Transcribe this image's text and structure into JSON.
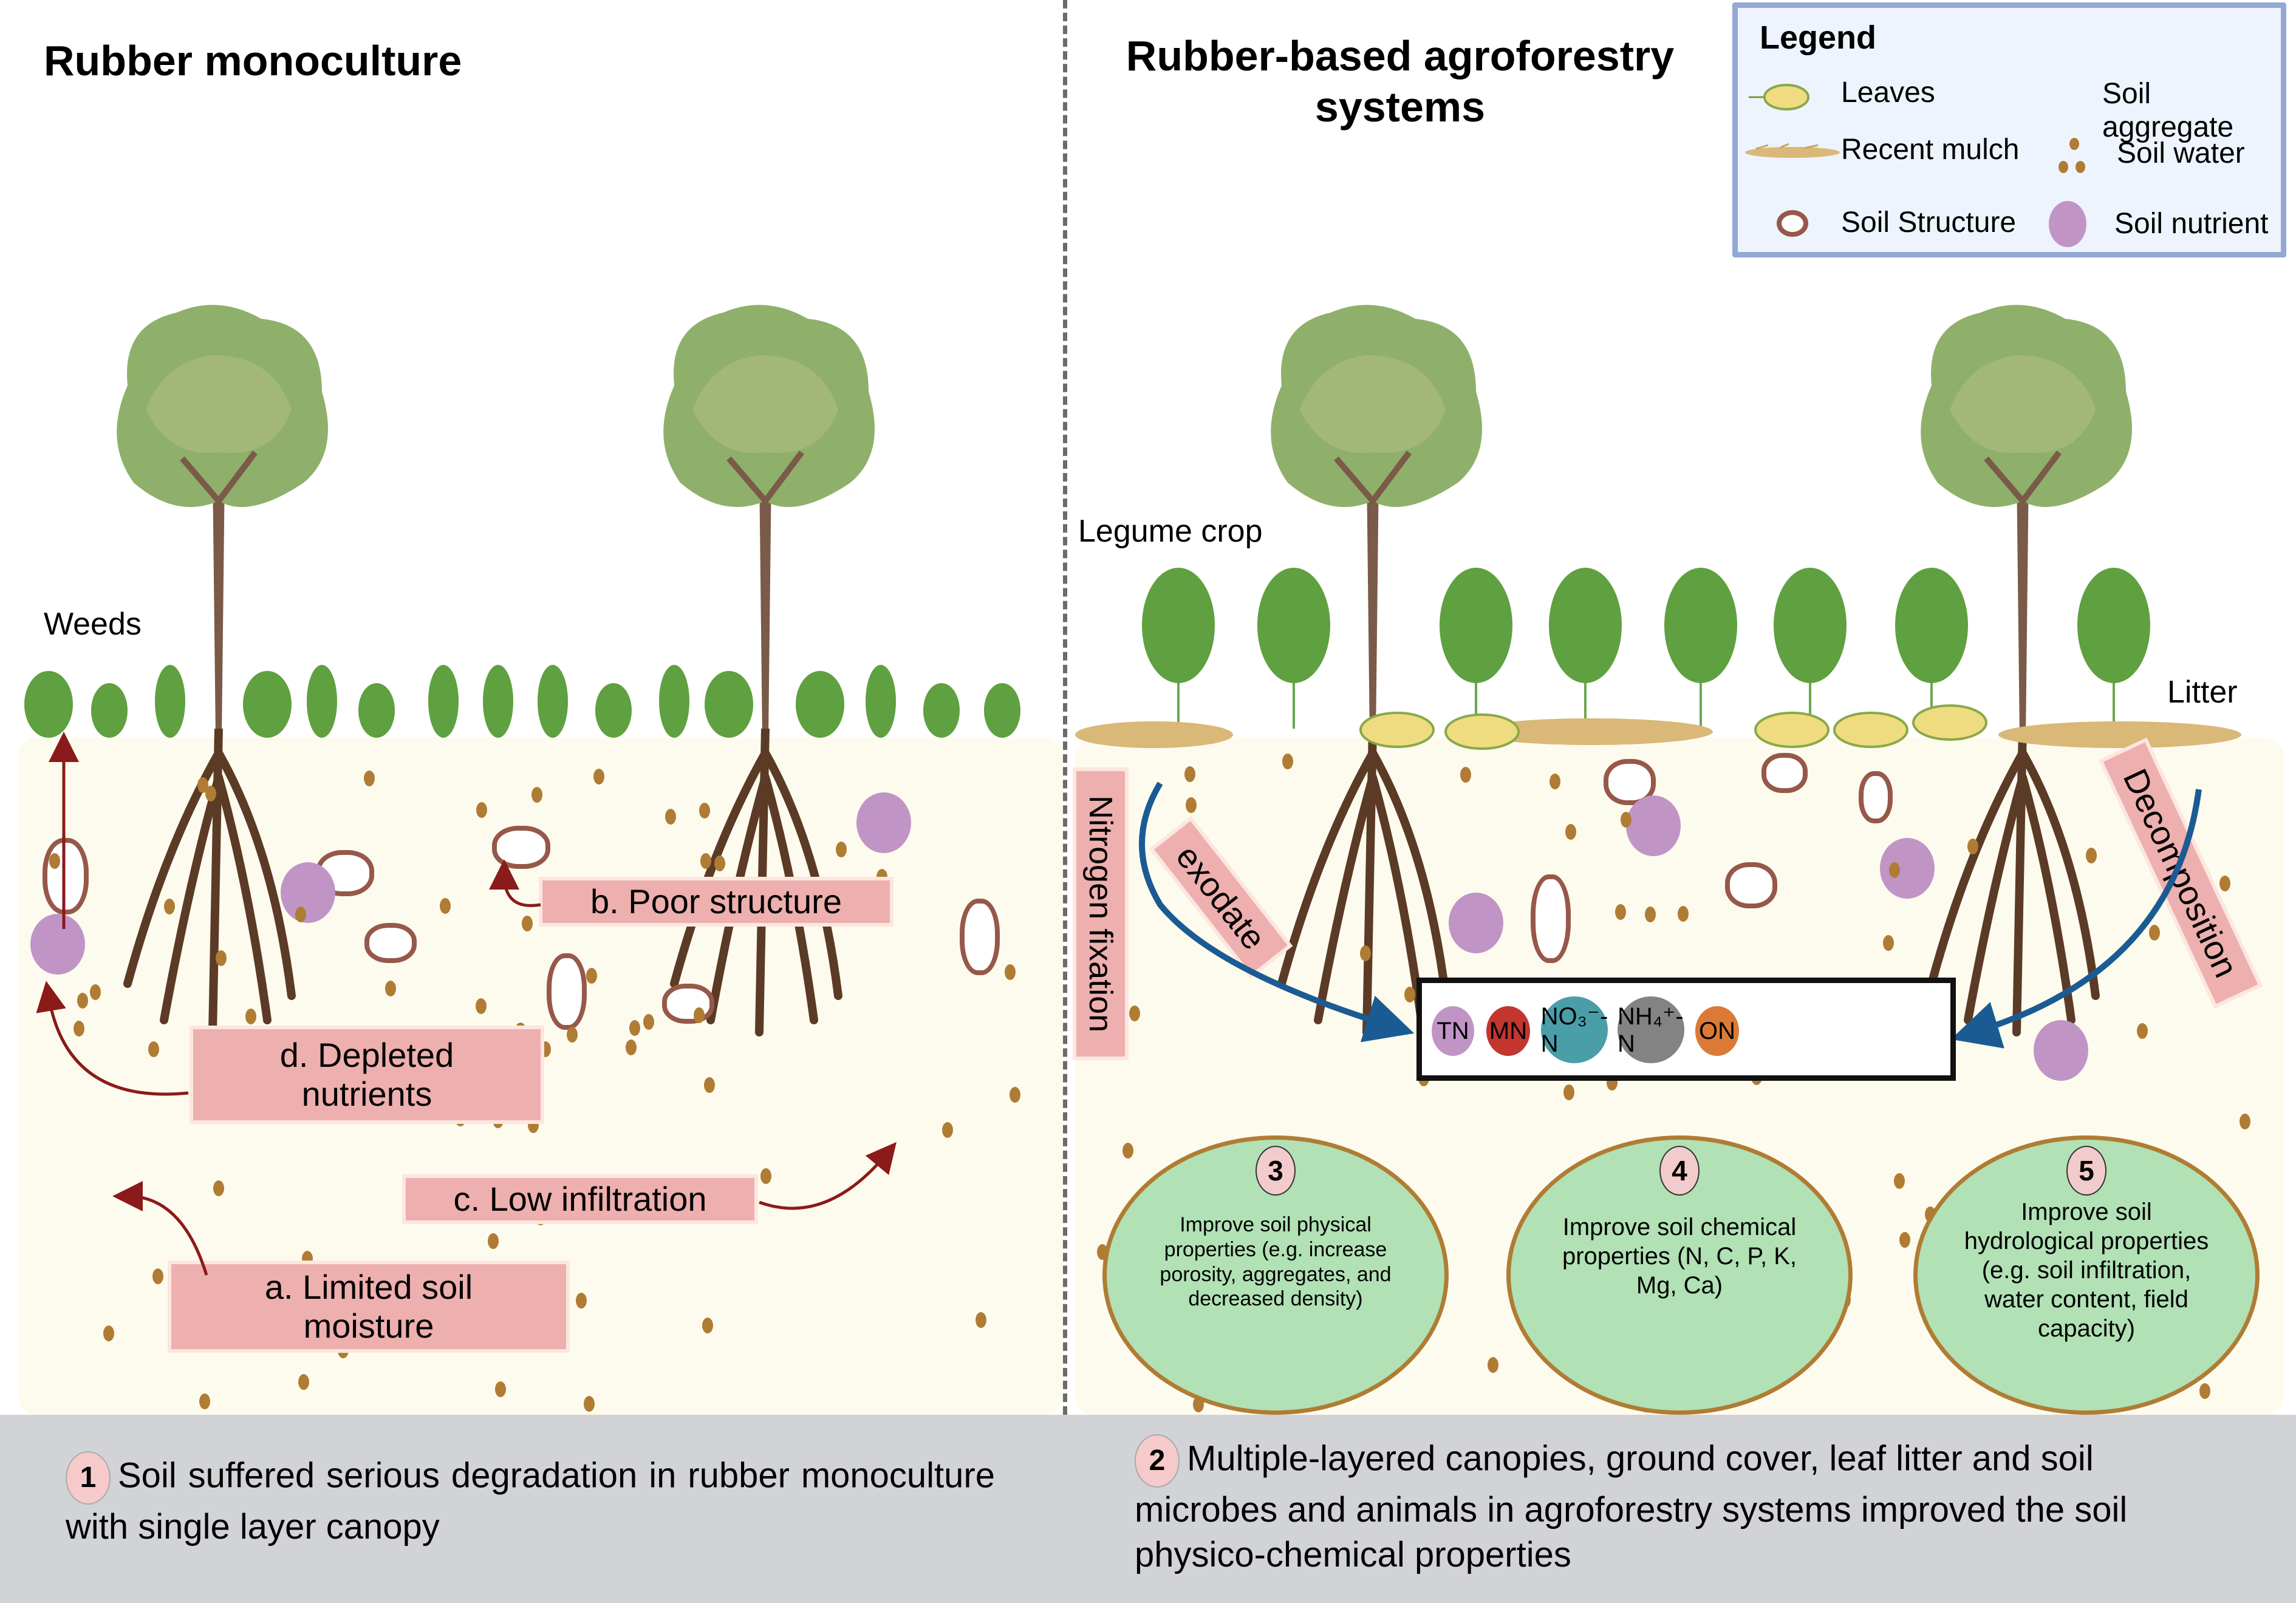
{
  "left_panel": {
    "title": "Rubber monoculture",
    "weeds_label": "Weeds",
    "problems": {
      "a": "a. Limited soil moisture",
      "b": "b. Poor structure",
      "c": "c. Low infiltration",
      "d": "d. Depleted nutrients"
    }
  },
  "right_panel": {
    "title": "Rubber-based agroforestry systems",
    "legume_label": "Legume crop",
    "litter_label": "Litter",
    "process_labels": {
      "nitrogen_fixation": "Nitrogen fixation",
      "exodate": "exodate",
      "decomposition": "Decomposition"
    },
    "nitrogen_forms": [
      {
        "label": "TN",
        "color": "#c095c6"
      },
      {
        "label": "MN",
        "color": "#c3352f"
      },
      {
        "label": "NO₃⁻-N",
        "color": "#4a9ea8"
      },
      {
        "label": "NH₄⁺-N",
        "color": "#838383"
      },
      {
        "label": "ON",
        "color": "#db7a37"
      }
    ],
    "improvements": [
      {
        "number": "3",
        "text": "Improve soil physical properties (e.g. increase porosity, aggregates, and decreased density)"
      },
      {
        "number": "4",
        "text": "Improve soil chemical properties (N, C, P, K, Mg, Ca)"
      },
      {
        "number": "5",
        "text": "Improve soil hydrological properties (e.g. soil infiltration, water content, field capacity)"
      }
    ]
  },
  "legend": {
    "title": "Legend",
    "items": [
      {
        "icon": "leaf-icon",
        "label": "Leaves"
      },
      {
        "icon": "none",
        "label": "Soil aggregate"
      },
      {
        "icon": "mulch-icon",
        "label": "Recent mulch"
      },
      {
        "icon": "water-dots-icon",
        "label": "Soil water"
      },
      {
        "icon": "ring-icon",
        "label": "Soil Structure"
      },
      {
        "icon": "purple-circle-icon",
        "label": "Soil nutrient"
      }
    ]
  },
  "summary": [
    {
      "number": "1",
      "text": "Soil suffered serious degradation in rubber monoculture with single layer canopy"
    },
    {
      "number": "2",
      "text": "Multiple-layered canopies, ground cover, leaf litter and soil microbes and animals in agroforestry systems improved the soil physico-chemical properties"
    }
  ],
  "colors": {
    "soil_bg": "#fdfbee",
    "label_pink": "#eeafaf",
    "arrow_red": "#8b1a1a",
    "arrow_blue": "#1b5b93",
    "canopy_green": "#8fb06a",
    "trunk_brown": "#7a5a48",
    "cycle_green": "#b1e1b5",
    "summary_gray": "#d1d3d6"
  }
}
